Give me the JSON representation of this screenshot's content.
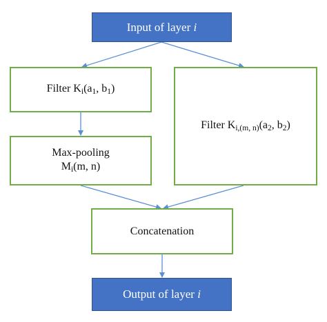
{
  "nodes": {
    "input": {
      "text": "Input of layer ",
      "var": "i"
    },
    "filter1": {
      "text": "Filter K",
      "sub1": "i",
      "args": [
        "(a",
        "1",
        ", b",
        "1",
        ")"
      ]
    },
    "filter2": {
      "text": "Filter K",
      "sub1": "i,(m, n)",
      "args": [
        "(a",
        "2",
        ", b",
        "2",
        ")"
      ]
    },
    "maxpool": {
      "line1": "Max-pooling",
      "text": "M",
      "sub1": "i",
      "args": "(m, n)"
    },
    "concat": {
      "text": "Concatenation"
    },
    "output": {
      "text": "Output of layer ",
      "var": "i"
    }
  },
  "colors": {
    "blue_fill": "#4472c4",
    "green_border": "#70ad47",
    "arrow": "#5b8fd4"
  }
}
